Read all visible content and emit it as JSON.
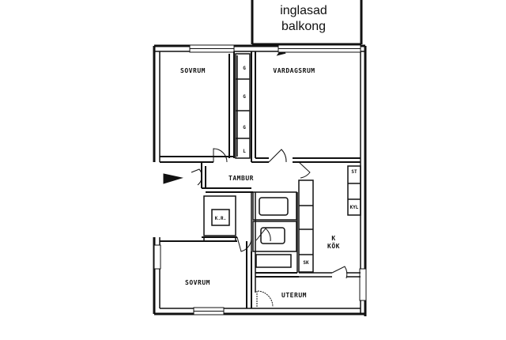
{
  "balcony": {
    "line1": "inglasad",
    "line2": "balkong"
  },
  "rooms": {
    "bedroom_top": "SOVRUM",
    "living_room": "VARDAGSRUM",
    "hall": "TAMBUR",
    "kitchen_k": "K",
    "kitchen": "KÖK",
    "bedroom_bottom": "SOVRUM",
    "storage_room": "UTERUM"
  },
  "markers": {
    "wardrobe_g1": "G",
    "wardrobe_g2": "G",
    "wardrobe_g3": "G",
    "wardrobe_l": "L",
    "kitchen_st": "ST",
    "kitchen_kyl": "KYL",
    "bath_kr": "K.R.",
    "kitchen_sk": "SK"
  },
  "colors": {
    "ink": "#111111",
    "paper": "#ffffff"
  }
}
